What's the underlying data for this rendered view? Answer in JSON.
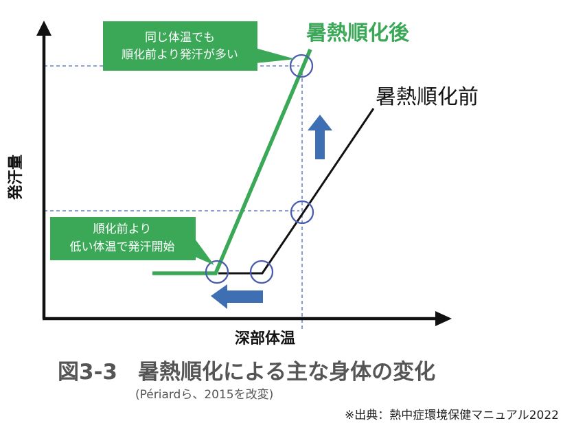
{
  "chart_data": {
    "type": "line",
    "xlabel": "深部体温",
    "ylabel": "発汗量",
    "series": [
      {
        "name": "暑熱順化後",
        "color": "#3aa857"
      },
      {
        "name": "暑熱順化前",
        "color": "#111111"
      }
    ],
    "annotations": {
      "top_box": [
        "同じ体温でも",
        "順化前より発汗が多い"
      ],
      "bottom_box": [
        "順化前より",
        "低い体温で発汗開始"
      ]
    },
    "arrows": [
      {
        "direction": "up",
        "color": "#3f6fb3"
      },
      {
        "direction": "left",
        "color": "#3f6fb3"
      }
    ],
    "colors": {
      "after": "#3aa857",
      "before": "#111111",
      "callout_bg": "#3aa857",
      "arrow": "#3f6fb3",
      "circle": "#4a5bb0",
      "guide": "#4a68c0"
    }
  },
  "caption": {
    "number": "図3-3",
    "title": "暑熱順化による主な身体の変化",
    "note": "(Périardら、2015を改変)"
  },
  "source": "※出典：熱中症環境保健マニュアル2022"
}
